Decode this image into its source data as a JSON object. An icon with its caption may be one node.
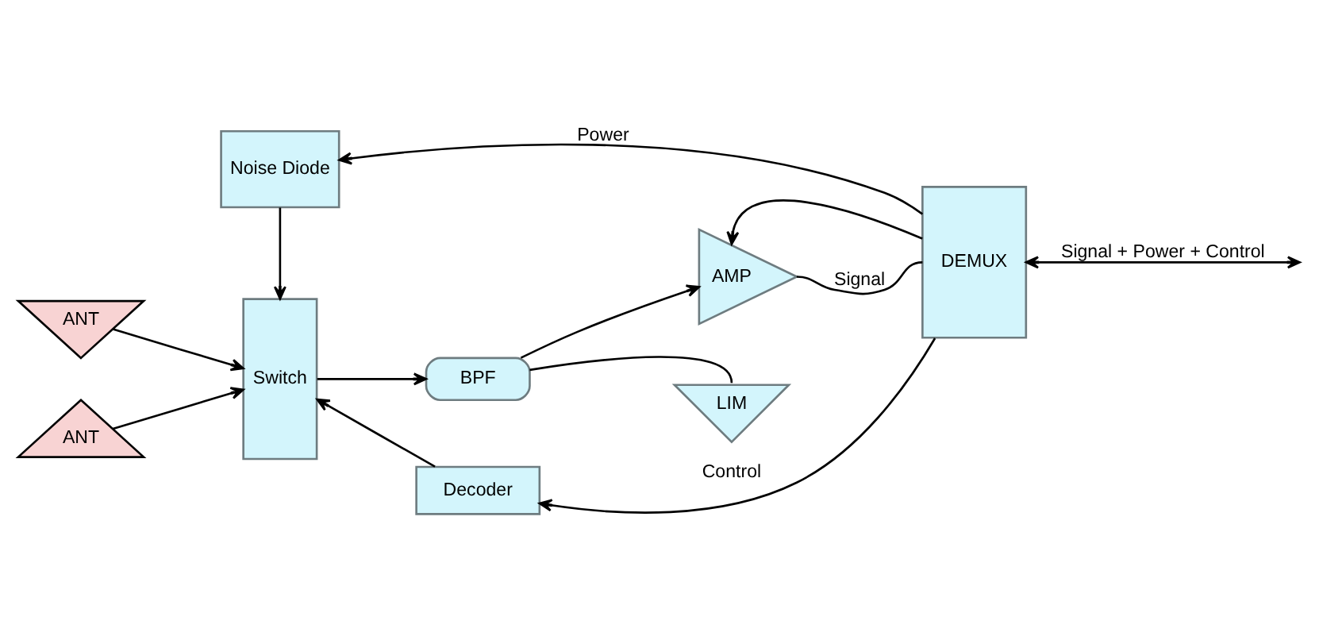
{
  "diagram": {
    "nodes": [
      {
        "text": [
          "Noise Diode"
        ]
      },
      {
        "text": [
          "ANT"
        ]
      },
      {
        "text": [
          "Switch"
        ]
      },
      {
        "text": [
          "BPF"
        ]
      },
      {
        "text": [
          "LIM"
        ]
      },
      {
        "text": [
          "AMP"
        ]
      },
      {
        "text": [
          "DEMUX"
        ]
      },
      {
        "text": [
          "ANT"
        ]
      },
      {
        "text": [
          "Decoder"
        ]
      }
    ],
    "edges": [
      {
        "from": 0,
        "to": 2,
        "arrow": "to"
      },
      {
        "from": 1,
        "to": 2,
        "arrow": "to"
      },
      {
        "from": 7,
        "to": 2,
        "arrow": "to"
      },
      {
        "from": 2,
        "to": 3,
        "arrow": "to"
      },
      {
        "from": 3,
        "to": 5,
        "arrow": "to"
      },
      {
        "from": 3,
        "to": 4,
        "arrow": "none"
      },
      {
        "from": 5,
        "to": 6,
        "label": "Signal",
        "arrow": "none"
      },
      {
        "from": 6,
        "to": 0,
        "label": "Power",
        "arrow": "to"
      },
      {
        "from": 6,
        "to": 5,
        "arrow": "to"
      },
      {
        "from": 6,
        "to": 8,
        "label": "Control",
        "arrow": "to"
      },
      {
        "from": 8,
        "to": 2,
        "arrow": "to"
      },
      {
        "from": 6,
        "to": null,
        "label": "Signal + Power + Control",
        "arrow": "both"
      }
    ]
  }
}
